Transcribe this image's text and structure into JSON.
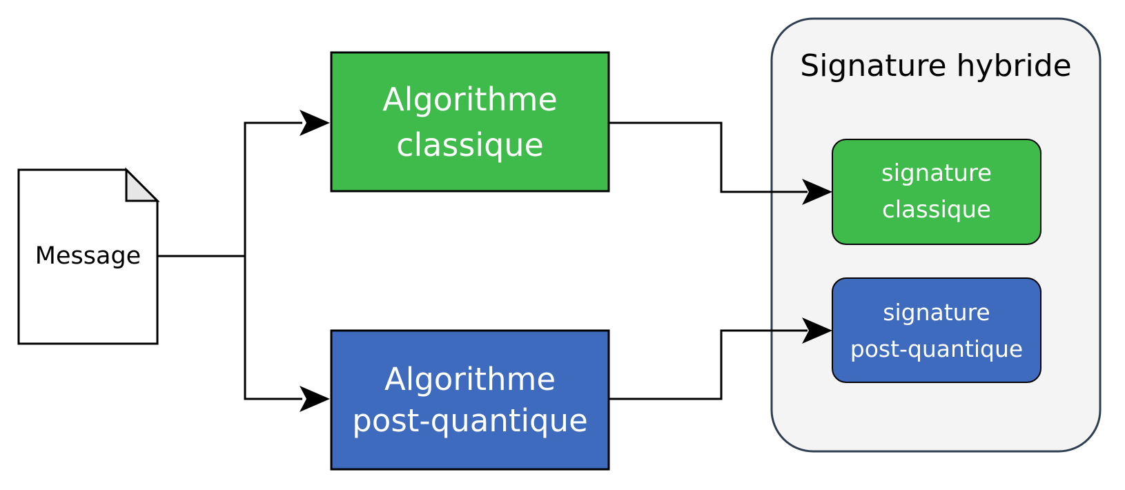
{
  "message": {
    "label": "Message"
  },
  "algorithms": {
    "classic": {
      "label": "Algorithme\nclassique",
      "color": "#3fbb4b"
    },
    "post_quantum": {
      "label": "Algorithme\npost-quantique",
      "color": "#3e6bbd"
    }
  },
  "hybrid_signature": {
    "title": "Signature hybride",
    "background": "#f4f4f4",
    "border": "#2e3e50",
    "classic_part": {
      "label": "signature\nclassique",
      "color": "#3fbb4b"
    },
    "post_quantum_part": {
      "label": "signature\npost-quantique",
      "color": "#3e6bbd"
    }
  }
}
